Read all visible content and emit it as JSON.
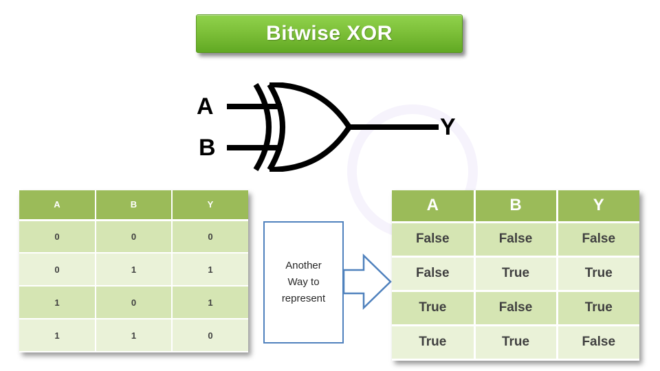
{
  "title": "Bitwise XOR",
  "gate": {
    "input_a": "A",
    "input_b": "B",
    "output": "Y"
  },
  "left_table": {
    "headers": [
      "A",
      "B",
      "Y"
    ],
    "rows": [
      [
        "0",
        "0",
        "0"
      ],
      [
        "0",
        "1",
        "1"
      ],
      [
        "1",
        "0",
        "1"
      ],
      [
        "1",
        "1",
        "0"
      ]
    ]
  },
  "connector": {
    "label_lines": [
      "Another",
      "Way to",
      "represent"
    ]
  },
  "right_table": {
    "headers": [
      "A",
      "B",
      "Y"
    ],
    "rows": [
      [
        "False",
        "False",
        "False"
      ],
      [
        "False",
        "True",
        "True"
      ],
      [
        "True",
        "False",
        "True"
      ],
      [
        "True",
        "True",
        "False"
      ]
    ]
  },
  "colors": {
    "banner_top": "#90d24c",
    "banner_bottom": "#61a923",
    "header_green": "#9bbb59",
    "row_green_dark": "#d5e5b3",
    "row_green_light": "#eaf2d8",
    "arrow_blue": "#4f81bd"
  }
}
